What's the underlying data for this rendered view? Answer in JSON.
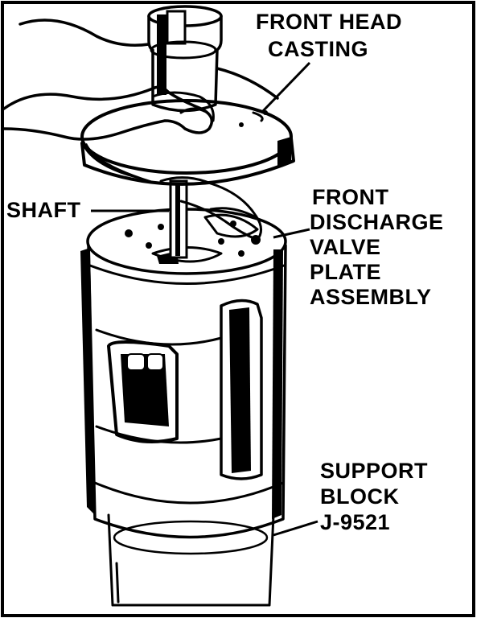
{
  "labels": {
    "front_head_casting": [
      "FRONT HEAD",
      "CASTING"
    ],
    "shaft": "SHAFT",
    "front_discharge_valve_plate_assembly": [
      "FRONT",
      "DISCHARGE",
      "VALVE",
      "PLATE",
      "ASSEMBLY"
    ],
    "support_block": [
      "SUPPORT",
      "BLOCK",
      "J-9521"
    ]
  },
  "colors": {
    "ink": "#000000",
    "paper": "#ffffff"
  }
}
